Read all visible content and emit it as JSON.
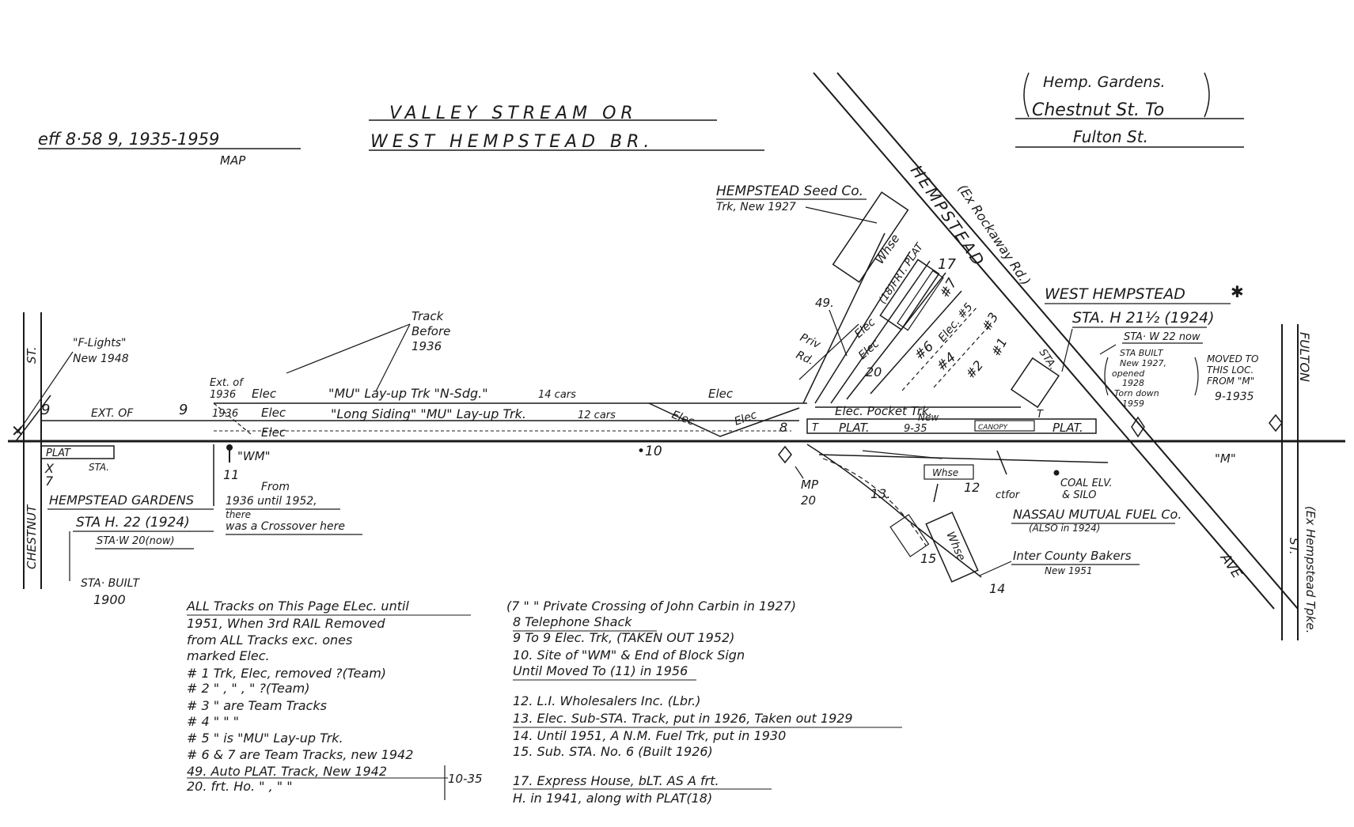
{
  "header": {
    "eff": "eff 8·58 9, 1935-1959",
    "map": "MAP",
    "title1": "VALLEY STREAM OR",
    "title2": "WEST HEMPSTEAD BR.",
    "range1": "Hemp. Gardens.",
    "range2": "Chestnut St. To",
    "range3": "Fulton St."
  },
  "streets": {
    "chestnut_st": "ST.",
    "chestnut": "CHESTNUT",
    "fulton": "FULTON",
    "hempstead": "HEMPSTEAD",
    "ave": "AVE",
    "ex_rockaway": "(Ex Rockaway Rd.)",
    "ex_hempstead": "(Ex Hempstead Tpke.",
    "ex_hempstead_st": "ST."
  },
  "labels": {
    "flights1": "\"F-Lights\"",
    "flights2": "New 1948",
    "track_before1": "Track",
    "track_before2": "Before",
    "track_before3": "1936",
    "ext_of_1936a": "Ext. of",
    "ext_of_1936b": "1936",
    "elec_a": "Elec",
    "mu_layup": "\"MU\" Lay-up Trk \"N-Sdg.\"",
    "cars14": "14 cars",
    "elec_b": "Elec",
    "ext_of": "EXT. OF",
    "n9a": "9",
    "n9b": "9",
    "n1936": "1936",
    "elec_c": "Elec",
    "long_siding": "\"Long Siding\" \"MU\" Lay-up Trk.",
    "cars12": "12 cars",
    "elec_d": "Elec",
    "elec_e": "Elec",
    "elec_f": "Elec",
    "plat": "PLAT",
    "sta_small": "STA.",
    "x7a": "X",
    "n7": "7",
    "wm": "\"WM\"",
    "n11": "11",
    "from1": "From",
    "from2": "1936 until 1952,",
    "from3": "there",
    "from4": "was a Crossover here",
    "n10": "•10",
    "hg_title": "HEMPSTEAD GARDENS",
    "hg_sta": "STA H. 22 (1924)",
    "hg_sta_now": "STA·W 20(now)",
    "sta_built1": "STA· BUILT",
    "sta_built2": "1900",
    "seed1": "HEMPSTEAD Seed Co.",
    "seed2": "Trk, New 1927",
    "whse1": "Whse",
    "frt": "(18)FRT. PLAT",
    "n17": "17",
    "n49": "49.",
    "priv": "Priv",
    "rd": "Rd.",
    "elec_g": "Elec",
    "elec_h": "Elec",
    "n20": "20",
    "t6": "#6",
    "t7": "#7",
    "t4": "#4",
    "t5": "Elec. #5",
    "t2": "#2",
    "t3": "#3",
    "t1": "#1",
    "sta_bldg": "STA.",
    "pocket": "Elec. Pocket Trk.",
    "n8": "8",
    "t_small1": "T",
    "plat_main": "PLAT.",
    "new935_1": "New",
    "new935_2": "9-35",
    "canopy": "CANOPY",
    "t_small2": "T",
    "plat2": "PLAT.",
    "weh_title": "WEST HEMPSTEAD",
    "weh_sta": "STA. H 21½ (1924)",
    "weh_now": "STA· W 22 now",
    "built1": "STA BUILT",
    "built2": "New 1927,",
    "built3": "opened",
    "built4": "1928",
    "built5": "Torn down",
    "built6": "1959",
    "moved1": "MOVED TO",
    "moved2": "THIS LOC.",
    "moved3": "FROM \"M\"",
    "moved4": "9-1935",
    "m_label": "\"M\"",
    "mp": "MP",
    "mp20": "20",
    "n13": "13.",
    "whse2": "Whse",
    "n12": "12",
    "ctfor": "ctfor",
    "coal1": "COAL ELV.",
    "coal2": "& SILO",
    "nassau": "NASSAU MUTUAL FUEL Co.",
    "nassau2": "(ALSO in 1924)",
    "intercounty": "Inter County Bakers",
    "intercounty2": "New 1951",
    "whse3": "Whse",
    "n15": "15",
    "n14": "14"
  },
  "notes_left": [
    "ALL Tracks on This Page ELec. until",
    "1951, When 3rd RAIL Removed",
    "from ALL Tracks exc. ones",
    "marked Elec.",
    "# 1 Trk, Elec, removed ?(Team)",
    "# 2 \" , \" , \" ?(Team)",
    "# 3 \" are Team Tracks",
    "# 4 \" \" \"",
    "# 5 \" is \"MU\" Lay-up Trk.",
    "# 6 & 7 are Team Tracks, new 1942",
    "49. Auto PLAT. Track, New 1942",
    "20. frt. Ho. \" , \" \""
  ],
  "notes_left_date": "10-35",
  "notes_right": [
    "(7 \" \" Private Crossing of John Carbin in 1927)",
    "8 Telephone Shack",
    "9 To 9 Elec. Trk, (TAKEN OUT 1952)",
    "10. Site of \"WM\" & End of Block Sign",
    "Until Moved To (11) in 1956",
    "12. L.I. Wholesalers Inc. (Lbr.)",
    "13. Elec. Sub-STA. Track, put in 1926, Taken out 1929",
    "14. Until 1951, A N.M. Fuel Trk, put in 1930",
    "15. Sub. STA. No. 6 (Built 1926)",
    "17. Express House, bLT. AS A frt.",
    "H. in 1941, along with PLAT(18)"
  ]
}
